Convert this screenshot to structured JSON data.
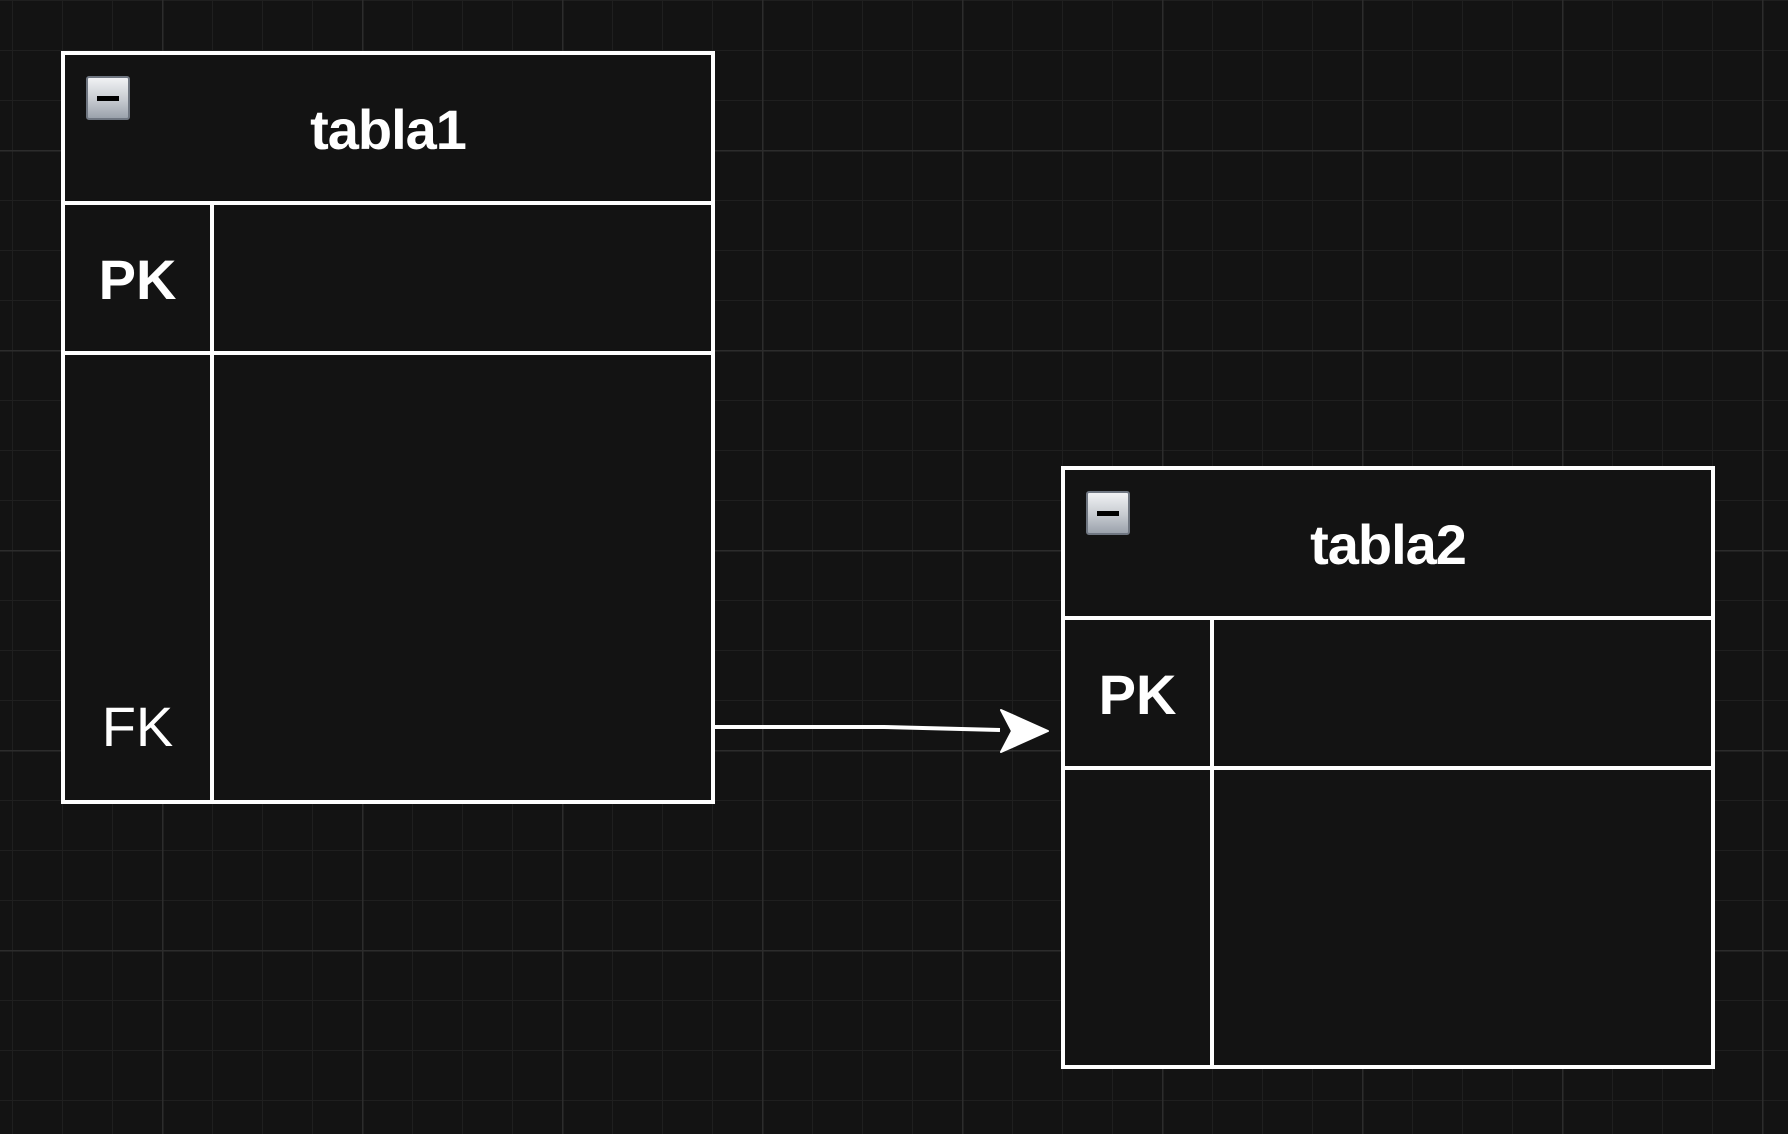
{
  "tables": [
    {
      "title": "tabla1",
      "pk_label": "PK",
      "fk_label": "FK",
      "collapse_icon": "minus-box-icon"
    },
    {
      "title": "tabla2",
      "pk_label": "PK",
      "collapse_icon": "minus-box-icon"
    }
  ],
  "relationship": {
    "from": "tabla1.FK",
    "to": "tabla2.PK",
    "arrow": "arrow-right-icon"
  },
  "colors": {
    "background": "#131313",
    "grid": "#2c2c2c",
    "stroke": "#ffffff",
    "text": "#ffffff"
  }
}
